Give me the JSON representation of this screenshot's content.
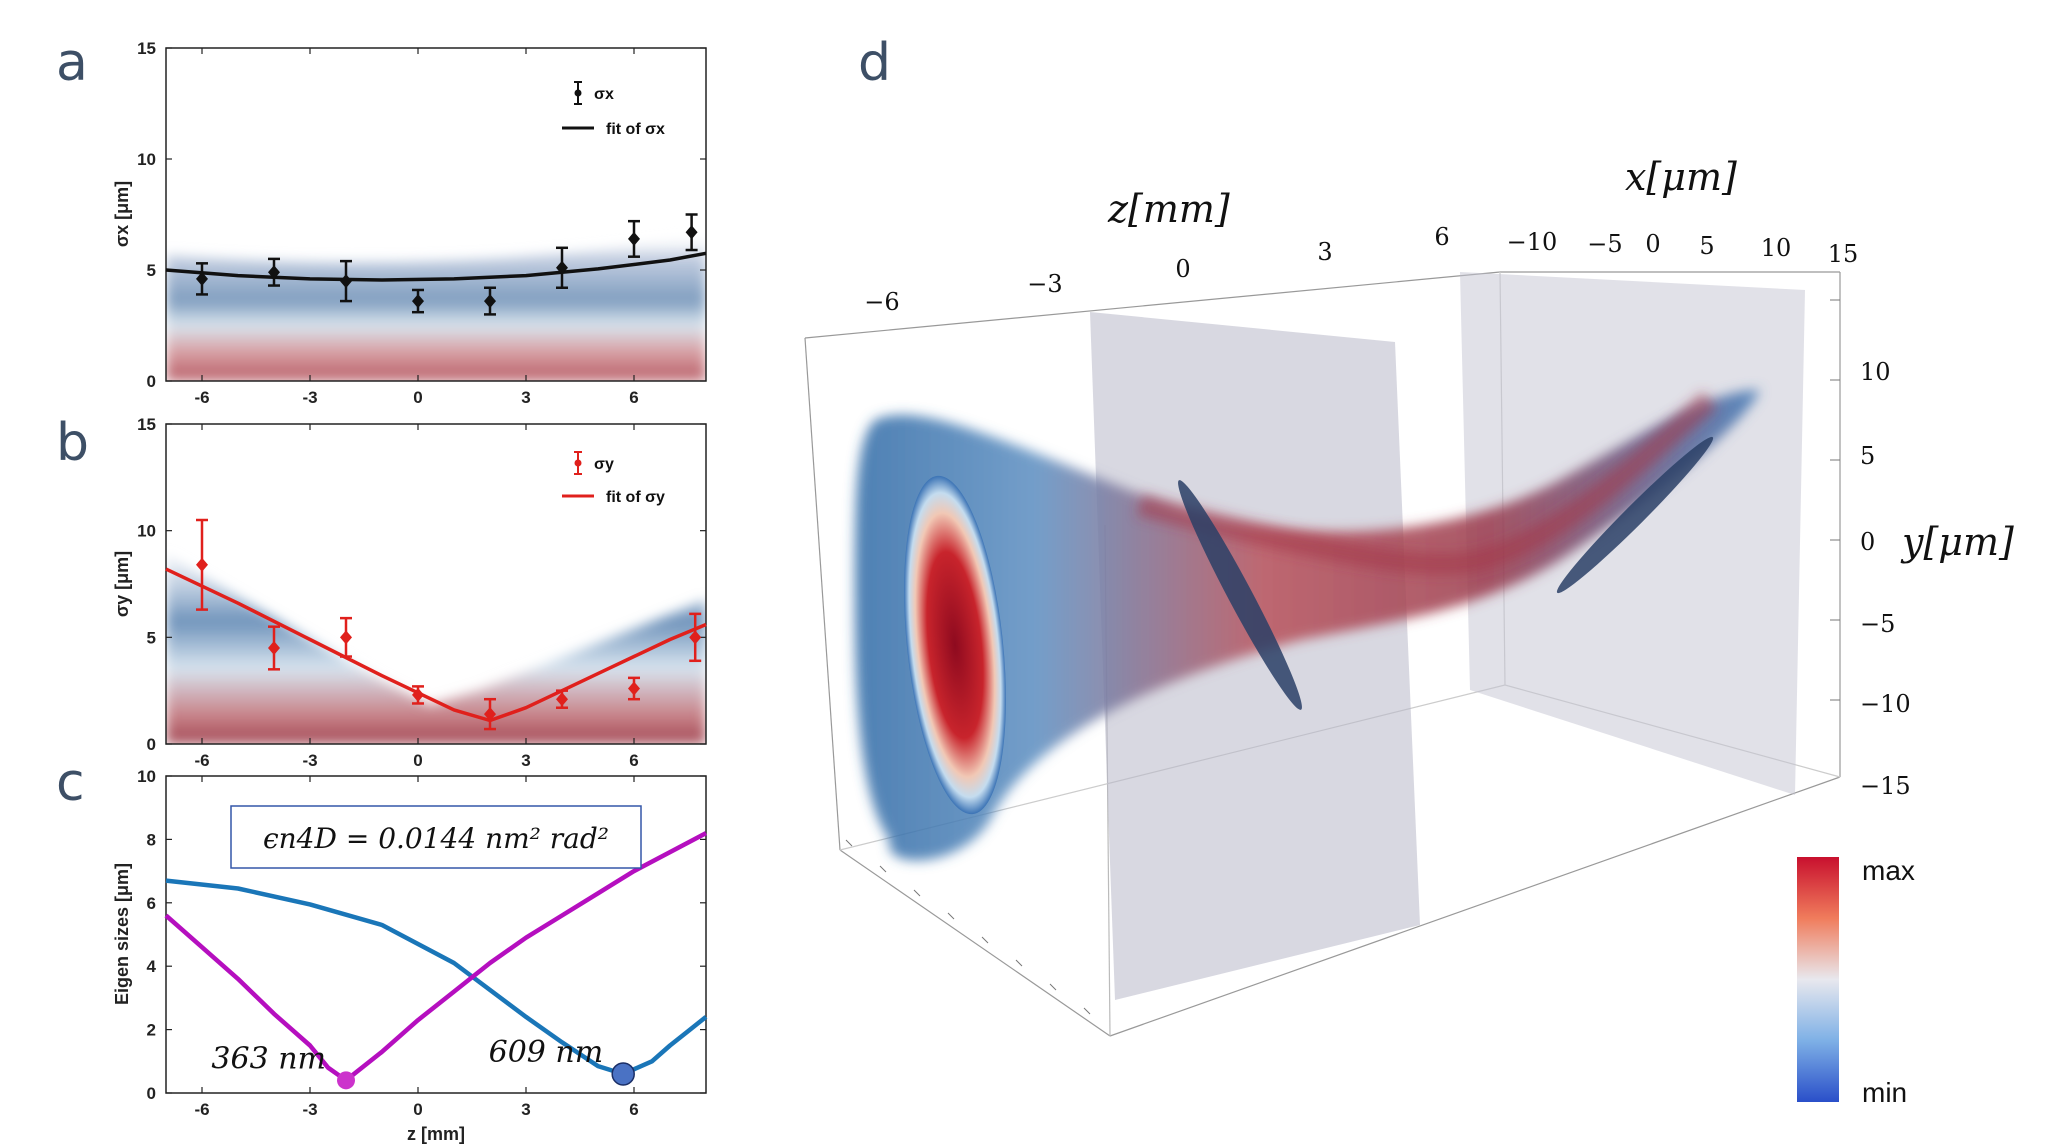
{
  "panels": {
    "a": "a",
    "b": "b",
    "c": "c",
    "d": "d"
  },
  "chart_data": [
    {
      "type": "scatter",
      "panel": "a",
      "xlabel": "",
      "ylabel": "σx [μm]",
      "xlim": [
        -7,
        8
      ],
      "ylim": [
        0,
        15
      ],
      "xticks": [
        "-6",
        "-3",
        "0",
        "3",
        "6"
      ],
      "yticks": [
        "0",
        "5",
        "10",
        "15"
      ],
      "legend": [
        "σx",
        "fit of σx"
      ],
      "legend_position": "top-right",
      "colors": {
        "data": "#111111",
        "fit": "#111111"
      },
      "points": [
        {
          "x": -6,
          "y": 4.6,
          "err": 0.7
        },
        {
          "x": -4,
          "y": 4.9,
          "err": 0.6
        },
        {
          "x": -2,
          "y": 4.5,
          "err": 0.9
        },
        {
          "x": 0,
          "y": 3.6,
          "err": 0.5
        },
        {
          "x": 2,
          "y": 3.6,
          "err": 0.6
        },
        {
          "x": 4,
          "y": 5.1,
          "err": 0.9
        },
        {
          "x": 6,
          "y": 6.4,
          "err": 0.8
        },
        {
          "x": 7.6,
          "y": 6.7,
          "err": 0.8
        }
      ],
      "fit": {
        "x": [
          -7,
          -5,
          -3,
          -1,
          1,
          3,
          5,
          7,
          8
        ],
        "y": [
          5.0,
          4.75,
          4.6,
          4.55,
          4.6,
          4.75,
          5.05,
          5.45,
          5.75
        ]
      }
    },
    {
      "type": "scatter",
      "panel": "b",
      "xlabel": "",
      "ylabel": "σy [μm]",
      "xlim": [
        -7,
        8
      ],
      "ylim": [
        0,
        15
      ],
      "xticks": [
        "-6",
        "-3",
        "0",
        "3",
        "6"
      ],
      "yticks": [
        "0",
        "5",
        "10",
        "15"
      ],
      "legend": [
        "σy",
        "fit of σy"
      ],
      "legend_position": "top-right",
      "colors": {
        "data": "#e0201c",
        "fit": "#e0201c"
      },
      "points": [
        {
          "x": -6,
          "y": 8.4,
          "err": 2.1
        },
        {
          "x": -4,
          "y": 4.5,
          "err": 1.0
        },
        {
          "x": -2,
          "y": 5.0,
          "err": 0.9
        },
        {
          "x": 0,
          "y": 2.3,
          "err": 0.4
        },
        {
          "x": 2,
          "y": 1.4,
          "err": 0.7
        },
        {
          "x": 4,
          "y": 2.1,
          "err": 0.4
        },
        {
          "x": 6,
          "y": 2.6,
          "err": 0.5
        },
        {
          "x": 7.7,
          "y": 5.0,
          "err": 1.1
        }
      ],
      "fit": {
        "x": [
          -7,
          -5,
          -3,
          -1,
          0,
          1,
          2,
          3,
          4,
          5,
          6,
          7,
          8
        ],
        "y": [
          8.2,
          6.6,
          4.9,
          3.2,
          2.4,
          1.6,
          1.1,
          1.7,
          2.5,
          3.3,
          4.1,
          4.9,
          5.6
        ]
      }
    },
    {
      "type": "line",
      "panel": "c",
      "xlabel": "z [mm]",
      "ylabel": "Eigen sizes [μm]",
      "xlim": [
        -7,
        8
      ],
      "ylim": [
        0,
        10
      ],
      "xticks": [
        "-6",
        "-3",
        "0",
        "3",
        "6"
      ],
      "yticks": [
        "0",
        "2",
        "4",
        "6",
        "8",
        "10"
      ],
      "annotation": "ϵn4D = 0.0144 nm² rad²",
      "colors": {
        "blue": "#1a76b8",
        "magenta": "#b50fbf"
      },
      "series": [
        {
          "x": [
            -7,
            -5,
            -3,
            -1,
            1,
            3,
            4,
            5,
            5.7,
            6.5,
            7,
            7.5,
            8
          ],
          "y": [
            6.7,
            6.45,
            5.95,
            5.3,
            4.1,
            2.4,
            1.6,
            0.85,
            0.6,
            1.0,
            1.5,
            1.95,
            2.4
          ],
          "color": "blue"
        },
        {
          "x": [
            -7,
            -6,
            -5,
            -4,
            -3,
            -2.5,
            -2,
            -1,
            0,
            1,
            2,
            3,
            4,
            5,
            6,
            7,
            8
          ],
          "y": [
            5.6,
            4.6,
            3.6,
            2.5,
            1.5,
            0.8,
            0.4,
            1.3,
            2.3,
            3.2,
            4.1,
            4.9,
            5.6,
            6.3,
            7.0,
            7.6,
            8.2
          ],
          "color": "magenta"
        }
      ],
      "markers": [
        {
          "x": -2,
          "y": 0.4,
          "label": "363 nm",
          "color": "#cc33cc"
        },
        {
          "x": 5.7,
          "y": 0.6,
          "label": "609 nm",
          "color": "#4a72c4"
        }
      ]
    },
    {
      "type": "heatmap",
      "panel": "d",
      "axes": {
        "z": {
          "label": "z[mm]",
          "ticks": [
            "−6",
            "−3",
            "0",
            "3",
            "6"
          ]
        },
        "x": {
          "label": "x[μm]",
          "ticks": [
            "−10",
            "−5",
            "0",
            "5",
            "10",
            "15"
          ]
        },
        "y": {
          "label": "y[μm]",
          "ticks": [
            "10",
            "5",
            "0",
            "−5",
            "−10",
            "−15"
          ]
        }
      },
      "colorbar": {
        "max_label": "max",
        "min_label": "min",
        "colors": [
          "#c8102e",
          "#f07c5c",
          "#e8e8ee",
          "#7eb0e6",
          "#2a4fc9"
        ]
      }
    }
  ]
}
